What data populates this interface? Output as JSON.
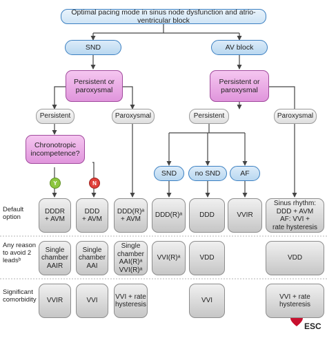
{
  "title": "Optimal pacing mode in sinus node dysfunction and atrio-ventricular block",
  "level1": {
    "snd": "SND",
    "av_block": "AV block"
  },
  "level2": {
    "left": "Persistent or\nparoxysmal",
    "right": "Persistent or\nparoxysmal"
  },
  "level3": {
    "persistent_left": "Persistent",
    "paroxysmal_left": "Paroxysmal",
    "persistent_right": "Persistent",
    "paroxysmal_right": "Paroxysmal"
  },
  "chronotropic": "Chronotropic\nincompetence?",
  "badges": {
    "yes": "Y",
    "no": "N",
    "yes_color": "#8cc63f",
    "no_color": "#e0403a"
  },
  "av_sub": {
    "snd": "SND",
    "no_snd": "no SND",
    "af": "AF"
  },
  "row_labels": {
    "default": "Default\noption",
    "avoid": "Any reason\nto avoid 2\nleadsᵇ",
    "comorbidity": "Significant\ncomorbidity"
  },
  "rows": {
    "default": [
      "DDDR\n+ AVM",
      "DDD\n+ AVM",
      "DDD(R)ᵃ\n+ AVM",
      "DDD(R)ᵃ",
      "DDD",
      "VVIR",
      "Sinus rhythm:\nDDD + AVM\nAF: VVI +\nrate hysteresis"
    ],
    "avoid": [
      "Single\nchamber\nAAIR",
      "Single\nchamber\nAAI",
      "Single\nchamber\nAAI(R)ᵃ\nVVI(R)ᵃ",
      "VVI(R)ᵃ",
      "VDD",
      "VDD"
    ],
    "comorbidity": [
      "VVIR",
      "VVI",
      "VVI + rate\nhysteresis",
      "VVI",
      "VVI + rate\nhysteresis"
    ]
  },
  "logo": "ESC",
  "colors": {
    "line": "#444444",
    "blue_border": "#3a7fc1",
    "pink_border": "#a04a9c",
    "logo_red": "#c8102e"
  }
}
